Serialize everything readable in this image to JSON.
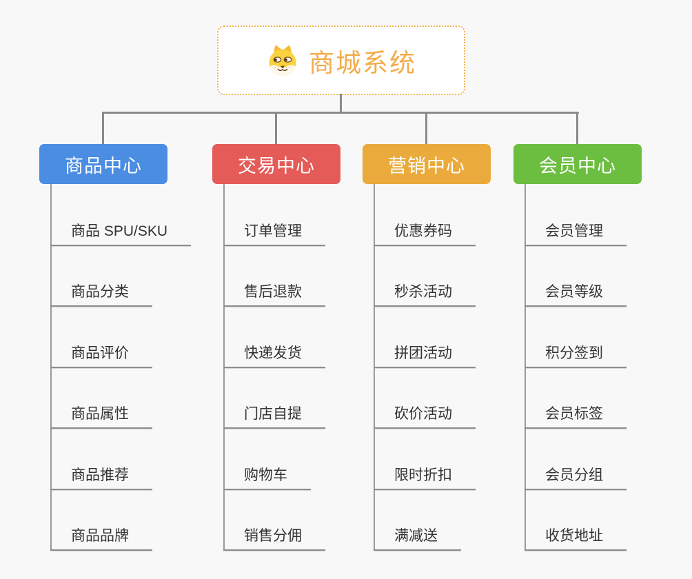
{
  "root": {
    "title": "商城系统",
    "icon": "dog-face-icon",
    "accent_color": "#f2ac4a",
    "border_color": "#f2b14f"
  },
  "connector_color": "#8a8a8a",
  "background_color": "#f8f8f8",
  "branches": [
    {
      "label": "商品中心",
      "color": "#4a8de2",
      "items": [
        "商品 SPU/SKU",
        "商品分类",
        "商品评价",
        "商品属性",
        "商品推荐",
        "商品品牌"
      ]
    },
    {
      "label": "交易中心",
      "color": "#e45b57",
      "items": [
        "订单管理",
        "售后退款",
        "快递发货",
        "门店自提",
        "购物车",
        "销售分佣"
      ]
    },
    {
      "label": "营销中心",
      "color": "#ebaa3c",
      "items": [
        "优惠券码",
        "秒杀活动",
        "拼团活动",
        "砍价活动",
        "限时折扣",
        "满减送"
      ]
    },
    {
      "label": "会员中心",
      "color": "#6cbe40",
      "items": [
        "会员管理",
        "会员等级",
        "积分签到",
        "会员标签",
        "会员分组",
        "收货地址"
      ]
    }
  ]
}
